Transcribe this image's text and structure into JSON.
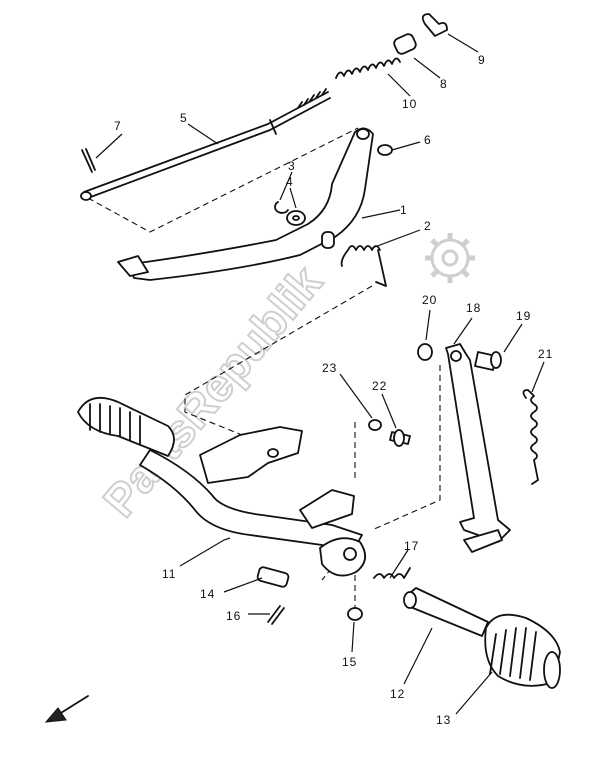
{
  "watermark": "PartsRepublik",
  "labels": [
    "1",
    "2",
    "3",
    "4",
    "5",
    "6",
    "7",
    "8",
    "9",
    "10",
    "11",
    "12",
    "13",
    "14",
    "15",
    "16",
    "17",
    "18",
    "19",
    "20",
    "21",
    "22",
    "23"
  ]
}
